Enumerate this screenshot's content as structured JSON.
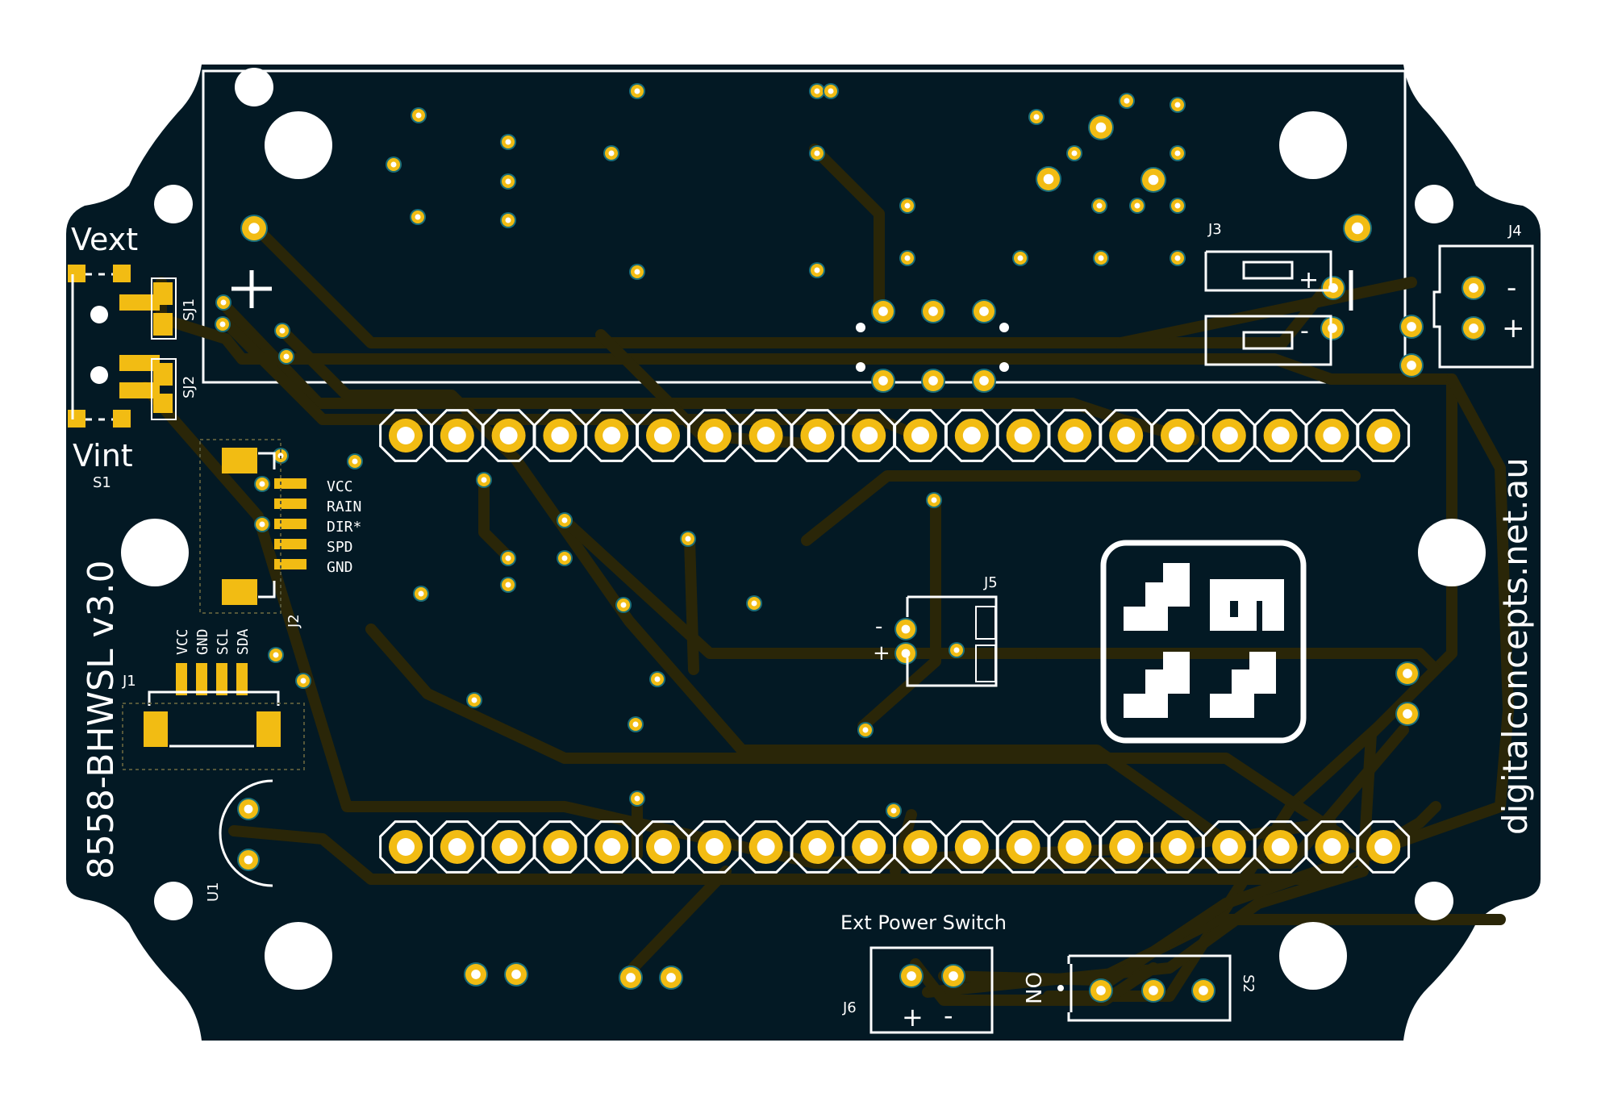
{
  "colors": {
    "board": "#031924",
    "pad": "#f2bc13",
    "pad_ring": "#1a6e7a",
    "trace": "#2a2608",
    "silk": "#ffffff",
    "hole": "#ffffff"
  },
  "board": {
    "title_vertical": "8558-BHWSL  v3.0",
    "website_vertical": "digitalconcepts.net.au"
  },
  "switch_s1": {
    "label_top": "Vext",
    "label_bottom": "Vint",
    "ref": "S1",
    "sj1": "SJ1",
    "sj2": "SJ2"
  },
  "connector_j2": {
    "ref": "J2",
    "pins": [
      "VCC",
      "RAIN",
      "DIR*",
      "SPD",
      "GND"
    ]
  },
  "connector_j1": {
    "ref": "J1",
    "pins": [
      "VCC",
      "GND",
      "SCL",
      "SDA"
    ]
  },
  "sensor_u1": {
    "ref": "U1"
  },
  "connector_j3": {
    "ref": "J3",
    "plus": "+",
    "minus": "-"
  },
  "connector_j4": {
    "ref": "J4",
    "minus": "-",
    "plus": "+"
  },
  "connector_j5": {
    "ref": "J5",
    "minus": "-",
    "plus": "+"
  },
  "connector_j6": {
    "ref": "J6",
    "plus": "+",
    "minus": "-"
  },
  "power_switch": {
    "label": "Ext Power Switch",
    "on_label": "ON",
    "ref": "S2"
  },
  "battery_marker": "+"
}
